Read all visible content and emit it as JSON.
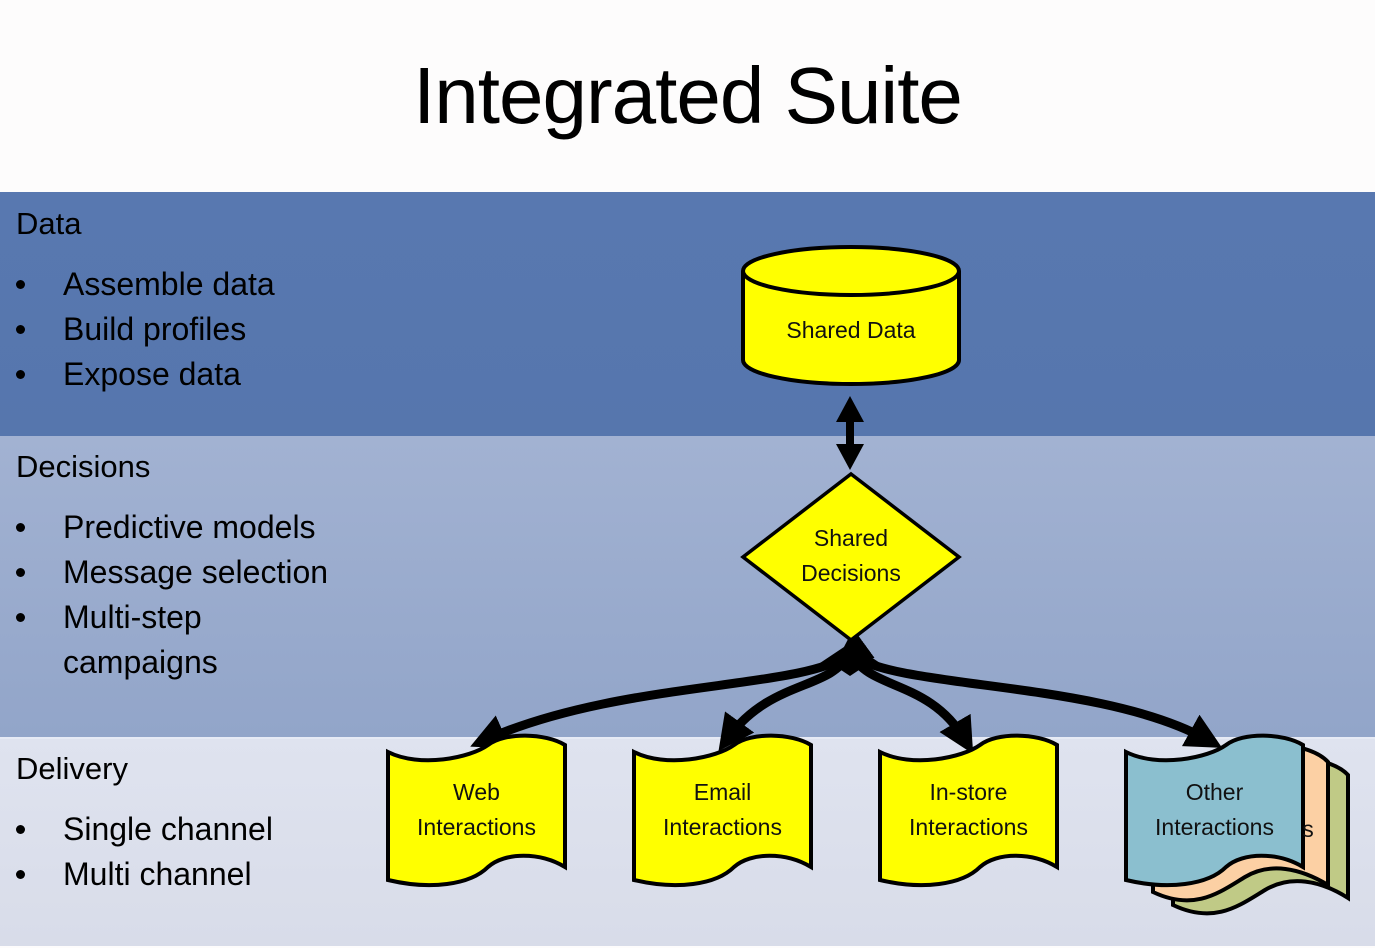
{
  "title": "Integrated Suite",
  "bands": {
    "data": {
      "heading": "Data",
      "bullets": [
        "Assemble data",
        "Build profiles",
        "Expose data"
      ]
    },
    "decisions": {
      "heading": "Decisions",
      "bullets": [
        "Predictive models",
        "Message selection",
        "Multi-step campaigns"
      ]
    },
    "delivery": {
      "heading": "Delivery",
      "bullets": [
        "Single channel",
        "Multi channel"
      ]
    }
  },
  "diagram": {
    "shared_data": {
      "label": "Shared Data",
      "shape": "cylinder",
      "color": "#ffff00"
    },
    "shared_decisions": {
      "line1": "Shared",
      "line2": "Decisions",
      "shape": "diamond",
      "color": "#ffff00"
    },
    "channels": [
      {
        "line1": "Web",
        "line2": "Interactions",
        "color": "#ffff00"
      },
      {
        "line1": "Email",
        "line2": "Interactions",
        "color": "#ffff00"
      },
      {
        "line1": "In-store",
        "line2": "Interactions",
        "color": "#ffff00"
      },
      {
        "line1": "Other",
        "line2": "Interactions",
        "color": "#8bbfcf",
        "stack_colors": [
          "#fcd0a4",
          "#c0ca86"
        ],
        "hidden_fragment": "s"
      }
    ],
    "connectors": [
      {
        "from": "Shared Data",
        "to": "Shared Decisions",
        "type": "bidirectional"
      },
      {
        "from": "Shared Decisions",
        "to": "Web Interactions",
        "type": "bidirectional"
      },
      {
        "from": "Shared Decisions",
        "to": "Email Interactions",
        "type": "bidirectional"
      },
      {
        "from": "Shared Decisions",
        "to": "In-store Interactions",
        "type": "bidirectional"
      },
      {
        "from": "Shared Decisions",
        "to": "Other Interactions",
        "type": "bidirectional"
      }
    ]
  }
}
